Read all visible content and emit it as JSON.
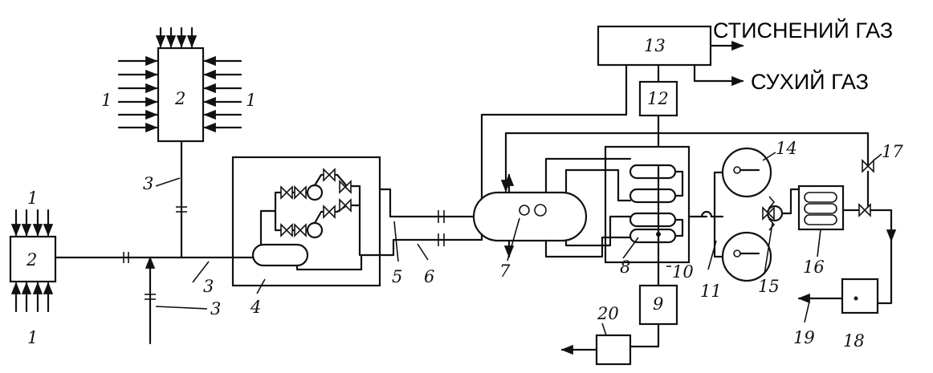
{
  "labels": {
    "compressed_gas": "СТИСНЕНИЙ ГАЗ",
    "dry_gas": "СУХИЙ ГАЗ"
  },
  "callouts": {
    "n1_tl": "1",
    "n1_tr": "1",
    "n1_lt": "1",
    "n1_lb": "1",
    "n2_top": "2",
    "n2_left": "2",
    "n3_a": "3",
    "n3_b": "3",
    "n3_c": "3",
    "n4": "4",
    "n5": "5",
    "n6": "6",
    "n7": "7",
    "n8": "8",
    "n9": "9",
    "n10": "10",
    "n11": "11",
    "n12": "12",
    "n13": "13",
    "n14": "14",
    "n15": "15",
    "n16": "16",
    "n17": "17",
    "n18": "18",
    "n19": "19",
    "n20": "20"
  }
}
